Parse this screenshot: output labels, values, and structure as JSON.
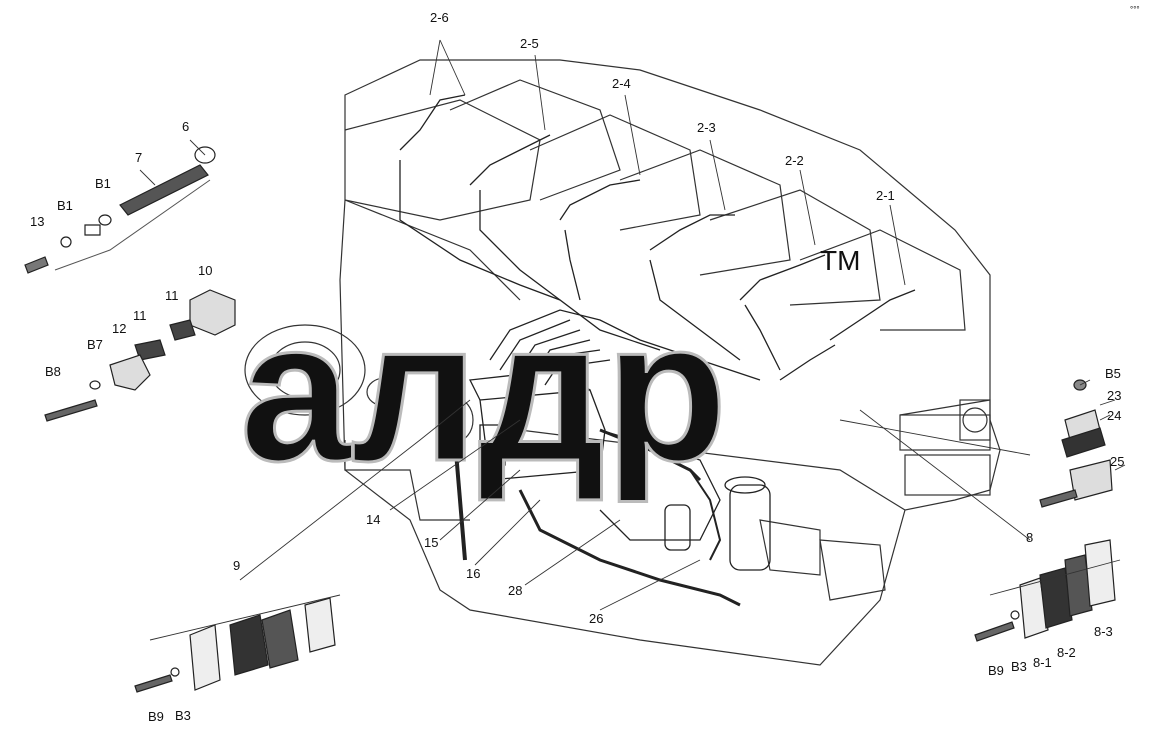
{
  "diagram": {
    "watermark_text": "алдр",
    "watermark_tm": "TM",
    "corner_mark": "°°°",
    "labels": {
      "l_2_6": "2-6",
      "l_2_5": "2-5",
      "l_2_4": "2-4",
      "l_2_3": "2-3",
      "l_2_2": "2-2",
      "l_2_1": "2-1",
      "l_6": "6",
      "l_7": "7",
      "l_b1a": "B1",
      "l_b1b": "B1",
      "l_13": "13",
      "l_10": "10",
      "l_11a": "11",
      "l_11b": "11",
      "l_12": "12",
      "l_b7": "B7",
      "l_b8": "B8",
      "l_b5": "B5",
      "l_23": "23",
      "l_24": "24",
      "l_25": "25",
      "l_8": "8",
      "l_14": "14",
      "l_15": "15",
      "l_16": "16",
      "l_28": "28",
      "l_26": "26",
      "l_9": "9",
      "l_b9a": "B9",
      "l_b3a": "B3",
      "l_b9b": "B9",
      "l_b3b": "B3",
      "l_8_1": "8-1",
      "l_8_2": "8-2",
      "l_8_3": "8-3"
    }
  }
}
